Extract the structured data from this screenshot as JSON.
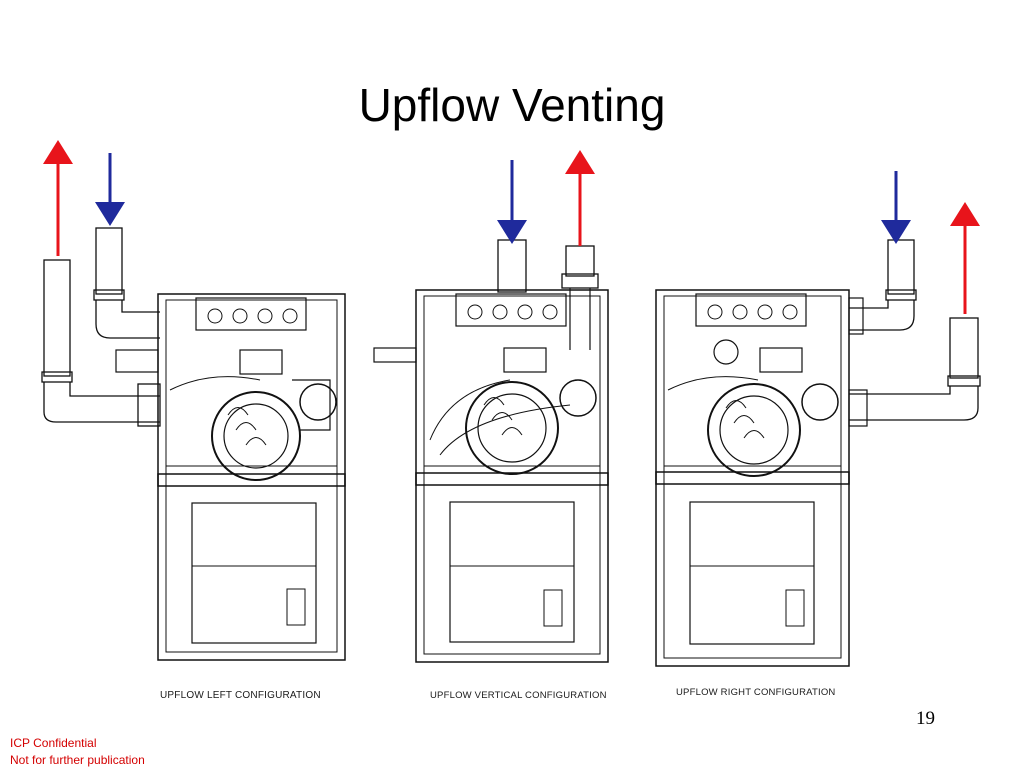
{
  "slide": {
    "title": "Upflow Venting",
    "page_number": "19"
  },
  "diagrams": [
    {
      "caption": "UPFLOW LEFT CONFIGURATION"
    },
    {
      "caption": "UPFLOW VERTICAL CONFIGURATION"
    },
    {
      "caption": "UPFLOW RIGHT CONFIGURATION"
    }
  ],
  "footer": {
    "line1": "ICP Confidential",
    "line2": "Not for further publication"
  },
  "colors": {
    "exhaust_arrow": "#e8141b",
    "intake_arrow": "#1f2a9c",
    "footer_text": "#d40000"
  }
}
